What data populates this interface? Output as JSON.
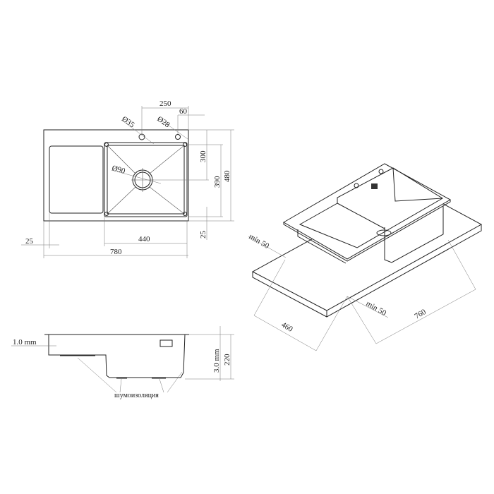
{
  "top_view": {
    "dims": {
      "w_250": "250",
      "w_60": "60",
      "hole_35": "Ø35",
      "hole_28": "Ø28",
      "drain_90": "Ø90",
      "h_300": "300",
      "h_390": "390",
      "h_480": "480",
      "h_25": "25",
      "w_440": "440",
      "w_780": "780",
      "w_25": "25"
    }
  },
  "side_view": {
    "thickness_top": "1.0 mm",
    "thickness_wall": "3.0 mm",
    "depth": "220",
    "insulation_label": "шумоизоляция"
  },
  "iso_view": {
    "min_left": "min 50",
    "min_front": "min 50",
    "depth_cutout": "460",
    "width_cutout": "760"
  }
}
